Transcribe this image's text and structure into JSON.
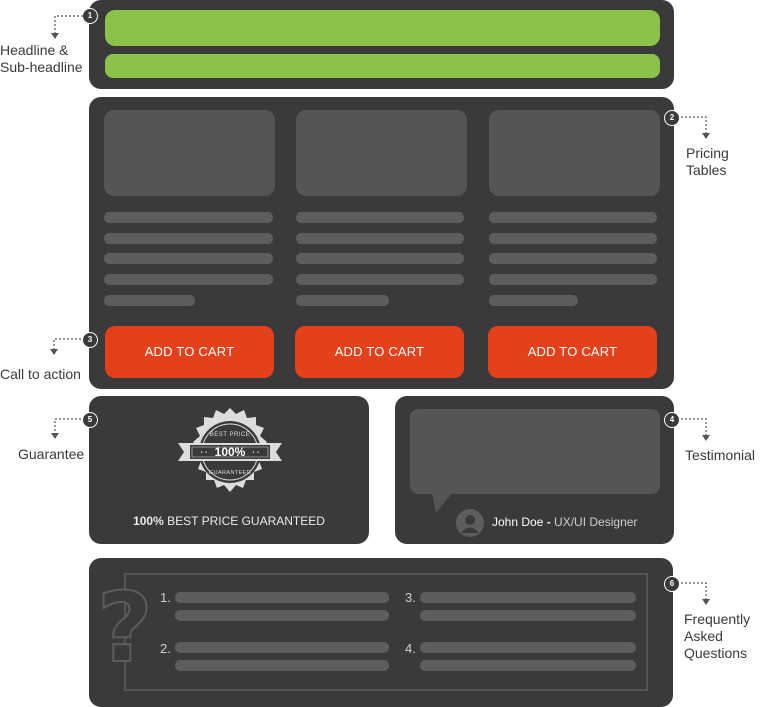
{
  "labels": {
    "headline": [
      "Headline &",
      "Sub-headline"
    ],
    "pricing": [
      "Pricing",
      "Tables"
    ],
    "cta": "Call to action",
    "guarantee": "Guarantee",
    "testimonial": "Testimonial",
    "faq": [
      "Frequently",
      "Asked",
      "Questions"
    ]
  },
  "badges": {
    "headline": "1",
    "pricing": "2",
    "cta": "3",
    "testimonial": "4",
    "guarantee": "5",
    "faq": "6"
  },
  "pricing_buttons": [
    "ADD TO CART",
    "ADD TO CART",
    "ADD TO CART"
  ],
  "guarantee": {
    "seal_top": "BEST PRICE",
    "seal_center": "100%",
    "seal_bottom": "GUARANTEED",
    "caption_bold": "100%",
    "caption_rest": "BEST PRICE GUARANTEED"
  },
  "testimonial": {
    "author_name": "John Doe",
    "author_sep": " - ",
    "author_role": "UX/UI Designer"
  },
  "faq": {
    "numbers": [
      "1.",
      "2.",
      "3.",
      "4."
    ],
    "question_mark": "?"
  },
  "colors": {
    "panel": "#3a3a3a",
    "headline_bars": "#8bc34a",
    "cta_button": "#e2411b",
    "placeholder": "#555555"
  }
}
